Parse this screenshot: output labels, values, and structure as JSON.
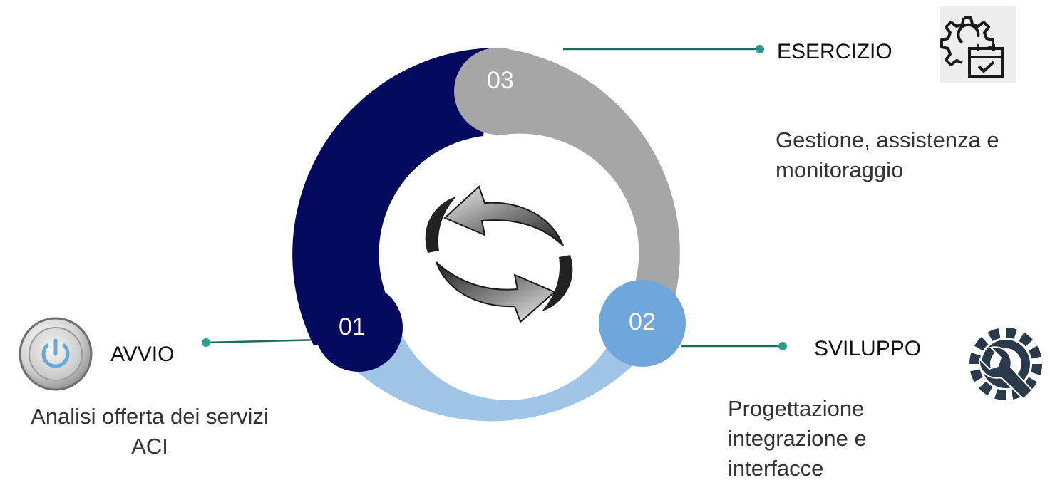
{
  "phases": [
    {
      "number": "01",
      "title": "AVVIO",
      "description": "Analisi offerta dei servizi ACI",
      "color": "#050a5e",
      "icon": "power-button-icon"
    },
    {
      "number": "02",
      "title": "SVILUPPO",
      "description": "Progettazione integrazione e interfacce",
      "color": "#9fc4e7",
      "badge_color": "#6fa7dc",
      "icon": "wrench-gear-icon"
    },
    {
      "number": "03",
      "title": "ESERCIZIO",
      "description": "Gestione, assistenza e monitoraggio",
      "color": "#a6a6a6",
      "icon": "gear-calendar-icon"
    }
  ],
  "colors": {
    "connector": "#1e6b5e",
    "connector_dot": "#2a9d8f",
    "center_icon": "cycle-arrows-icon"
  }
}
